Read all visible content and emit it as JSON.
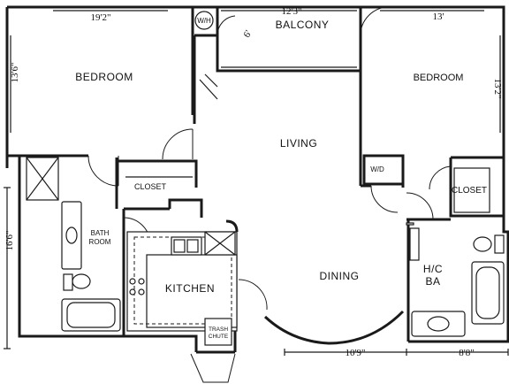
{
  "rooms": {
    "bedroom_1": "BEDROOM",
    "bedroom_2": "BEDROOM",
    "balcony": "BALCONY",
    "living": "LIVING",
    "dining": "DINING",
    "kitchen": "KITCHEN",
    "bath_room": [
      "BATH",
      "ROOM"
    ],
    "hc_ba": [
      "H/C",
      "BA"
    ],
    "closet_1": "CLOSET",
    "closet_2": "CLOSET"
  },
  "fixtures": {
    "water_heater": "W/H",
    "washer_dryer": "W/D",
    "trash_chute": [
      "TRASH",
      "CHUTE"
    ]
  },
  "dimensions": {
    "bedroom_1_width": "19'2\"",
    "bedroom_1_depth": "13'6\"",
    "balcony_width": "12'3\"",
    "balcony_depth": "6'",
    "bedroom_2_width": "13'",
    "bedroom_2_depth": "13'2\"",
    "left_overall": "16'6\"",
    "bottom_mid": "10'9\"",
    "bottom_right": "8'8\""
  }
}
